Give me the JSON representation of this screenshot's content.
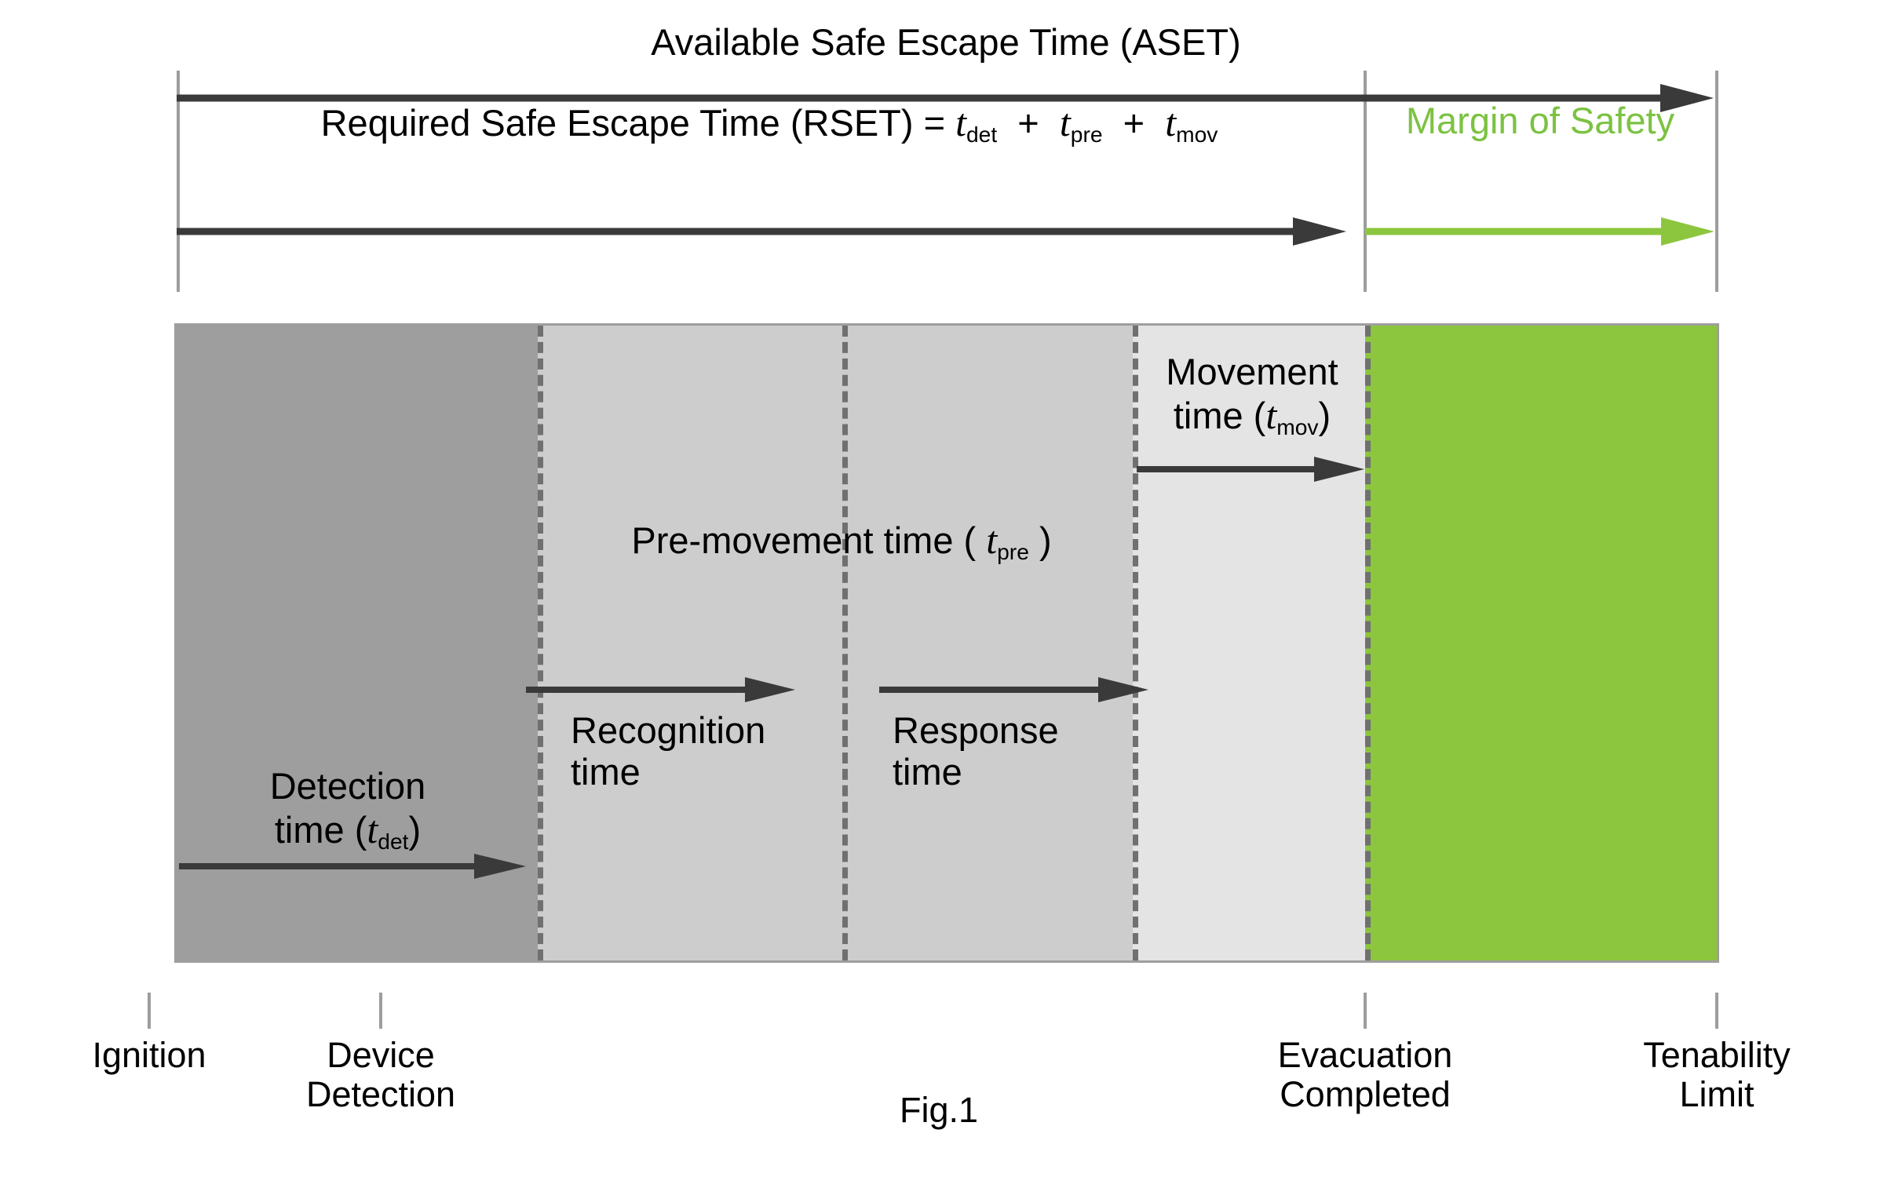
{
  "figure": {
    "caption": "Fig.1",
    "aset_label": "Available Safe Escape Time (ASET)",
    "rset_label_prefix": "Required Safe Escape Time (RSET) = ",
    "rset_terms": [
      {
        "symbol": "t",
        "sub": "det"
      },
      {
        "symbol": "t",
        "sub": "pre"
      },
      {
        "symbol": "t",
        "sub": "mov"
      }
    ],
    "rset_plus": "+",
    "margin_label": "Margin of Safety"
  },
  "bands": [
    {
      "name": "detection",
      "label_line1": "Detection",
      "label_line2_prefix": "time (",
      "symbol": "t",
      "sub": "det",
      "label_line2_suffix": ")",
      "color": "#9e9e9e"
    },
    {
      "name": "recognition",
      "label_line1": "Recognition",
      "label_line2": "time",
      "color": "#cdcdcd"
    },
    {
      "name": "response",
      "label_line1": "Response",
      "label_line2": "time",
      "color": "#cdcdcd"
    },
    {
      "name": "movement",
      "label_line1": "Movement",
      "label_line2_prefix": "time (",
      "symbol": "t",
      "sub": "mov",
      "label_line2_suffix": ")",
      "color": "#e4e4e4"
    },
    {
      "name": "margin-of-safety",
      "label_line1": "",
      "color": "#8cc63e"
    }
  ],
  "premovement": {
    "prefix": "Pre-movement time ( ",
    "symbol": "t",
    "sub": "pre",
    "suffix": " )"
  },
  "axis_labels": [
    {
      "line1": "Ignition",
      "line2": ""
    },
    {
      "line1": "Device",
      "line2": "Detection"
    },
    {
      "line1": "Evacuation",
      "line2": "Completed"
    },
    {
      "line1": "Tenability",
      "line2": "Limit"
    }
  ],
  "colors": {
    "green": "#8cc63e",
    "green_text": "#7cc242",
    "dark_arrow": "#3a3a3a",
    "rule": "#9d9d9d",
    "band_dark": "#9e9e9e",
    "band_mid": "#cdcdcd",
    "band_light": "#e4e4e4"
  }
}
